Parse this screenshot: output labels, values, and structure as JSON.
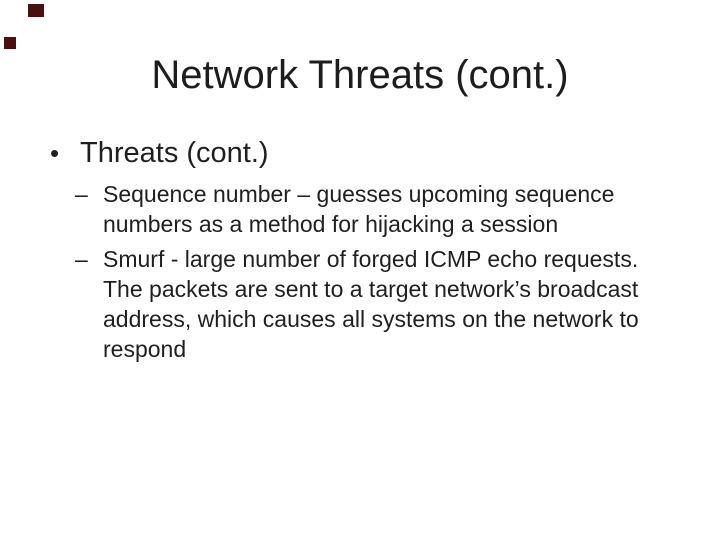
{
  "slide": {
    "title": "Network Threats (cont.)",
    "bullet": {
      "marker": "•",
      "text": "Threats (cont.)"
    },
    "sub_bullets": [
      {
        "marker": "–",
        "lines": [
          "Sequence number – guesses upcoming sequence",
          "numbers as a method for hijacking a session"
        ]
      },
      {
        "marker": "–",
        "lines": [
          "Smurf - large number of forged ICMP echo requests.",
          "The packets are sent to a target network’s broadcast",
          "address, which causes all systems on the network to",
          "respond"
        ]
      }
    ],
    "colors": {
      "background": "#ffffff",
      "text": "#1f1f1f",
      "decor_square": "#4a0f0f"
    }
  }
}
